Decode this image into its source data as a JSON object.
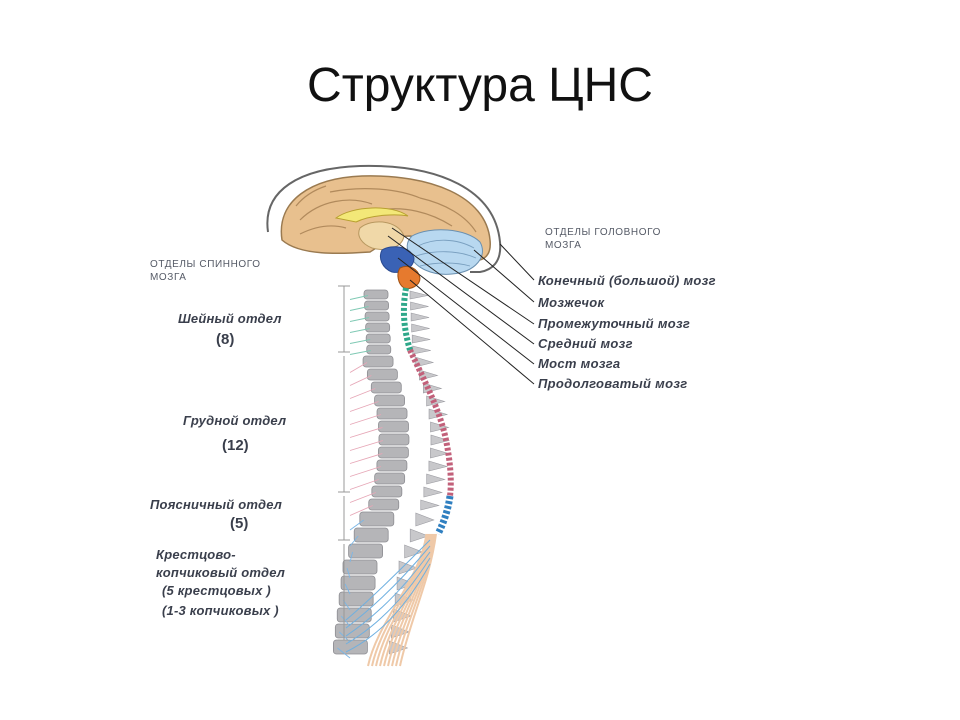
{
  "slide": {
    "title": "Структура ЦНС"
  },
  "diagram": {
    "brain_sections_header": "ОТДЕЛЫ ГОЛОВНОГО МОЗГА",
    "spinal_sections_header": "ОТДЕЛЫ СПИННОГО МОЗГА",
    "brain_parts": [
      "Конечный (большой) мозг",
      "Мозжечок",
      "Промежуточный мозг",
      "Средний мозг",
      "Мост мозга",
      "Продолговатый мозг"
    ],
    "spinal_parts": [
      {
        "name": "Шейный отдел",
        "count": "(8)"
      },
      {
        "name": "Грудной отдел",
        "count": "(12)"
      },
      {
        "name": "Поясничный отдел",
        "count": "(5)"
      },
      {
        "name": "Крестцово-копчиковый отдел",
        "count_line1": "(5 крестцовых )",
        "count_line2": "(1-3 копчиковых )"
      }
    ],
    "colors": {
      "cerebrum": "#e8c08e",
      "cerebellum": "#b8d8f0",
      "diencephalon": "#f3e878",
      "midbrain": "#f0d8a8",
      "pons": "#3a62b5",
      "medulla": "#e67a2e",
      "cervical": "#2fa88a",
      "thoracic": "#c2607a",
      "lumbar": "#2f7fc0",
      "sacral_nerves": "#efc9a8",
      "vertebra": "#b5b5b8"
    }
  }
}
